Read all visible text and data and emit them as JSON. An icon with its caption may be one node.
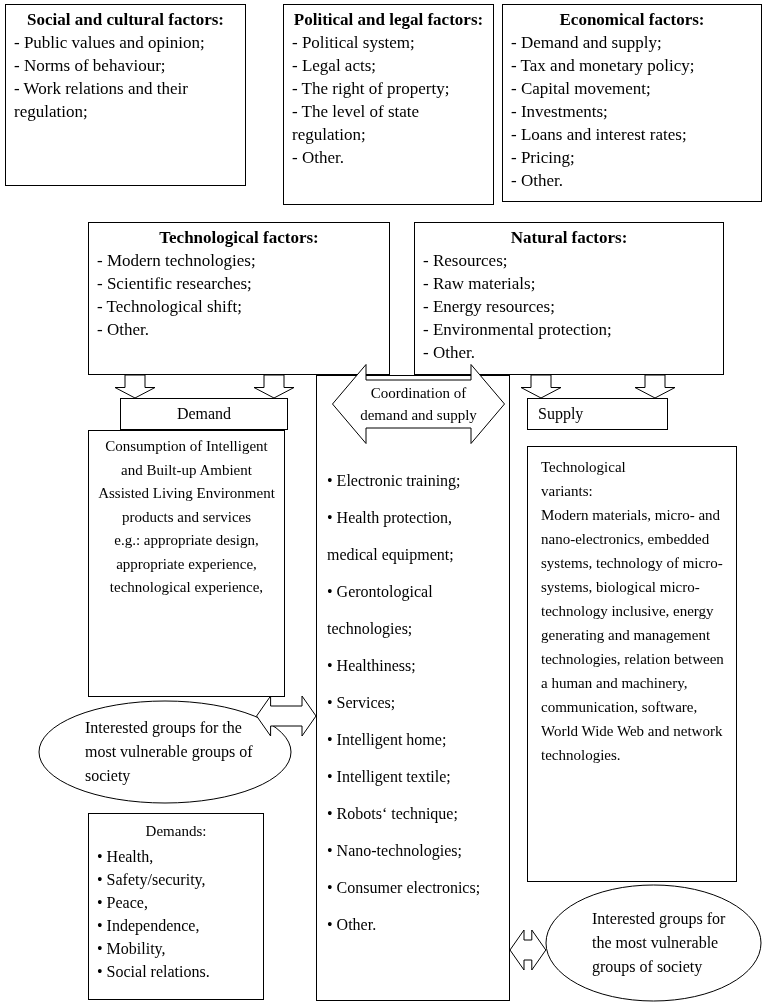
{
  "diagram": {
    "nodes": [
      {
        "text": [
          "Social and cultural factors:",
          "- Public values and opinion;",
          "- Norms of behaviour;",
          "- Work relations and their regulation;"
        ]
      },
      {
        "text": [
          "Political and legal factors:",
          "- Political system;",
          "- Legal acts;",
          "- The right of property;",
          "- The level of state regulation;",
          "- Other."
        ]
      },
      {
        "text": [
          "Economical factors:",
          "- Demand and supply;",
          "- Tax and monetary policy;",
          "- Capital movement;",
          "- Investments;",
          "- Loans and interest rates;",
          "- Pricing;",
          "- Other."
        ]
      },
      {
        "text": [
          "Technological factors:",
          "- Modern technologies;",
          "- Scientific researches;",
          "- Technological shift;",
          "- Other."
        ]
      },
      {
        "text": [
          "Natural factors:",
          "- Resources;",
          "- Raw materials;",
          "- Energy resources;",
          "- Environmental protection;",
          "- Other."
        ]
      },
      {
        "text": [
          "Demand"
        ]
      },
      {
        "text": [
          "Coordination of demand and supply"
        ]
      },
      {
        "text": [
          "Supply"
        ]
      },
      {
        "text": [
          "Consumption of Intelligent and Built-up Ambient Assisted Living Environment products and services",
          "e.g.: appropriate design, appropriate experience, technological experience,"
        ]
      },
      {
        "text": [
          "• Electronic training;",
          "• Health protection, medical equipment;",
          "• Gerontological technologies;",
          "• Healthiness;",
          "• Services;",
          "• Intelligent home;",
          "• Intelligent textile;",
          "• Robots‘ technique;",
          "• Nano-technologies;",
          "• Consumer electronics;",
          "• Other."
        ]
      },
      {
        "text": [
          "Technological variants:",
          "Modern materials, micro- and nano-electronics, embedded systems, technology of micro-systems, biological micro-technology inclusive, energy generating and management technologies, relation between a human and machinery, communication, software, World Wide Web and network technologies."
        ]
      },
      {
        "text": [
          "Interested groups for the most vulnerable groups of society"
        ]
      },
      {
        "text": [
          "Demands:",
          "• Health,",
          "• Safety/security,",
          "• Peace,",
          "• Independence,",
          "• Mobility,",
          "• Social relations."
        ]
      },
      {
        "text": [
          "Interested groups for the most vulnerable groups of society"
        ]
      }
    ],
    "edges": [
      {
        "from": 3,
        "to": 5,
        "arrow": "to"
      },
      {
        "from": 3,
        "to": 5,
        "arrow": "to"
      },
      {
        "from": 4,
        "to": 7,
        "arrow": "to"
      },
      {
        "from": 4,
        "to": 7,
        "arrow": "to"
      },
      {
        "from": 11,
        "to": 9,
        "arrow": "both"
      },
      {
        "from": 9,
        "to": 13,
        "arrow": "both"
      }
    ]
  }
}
